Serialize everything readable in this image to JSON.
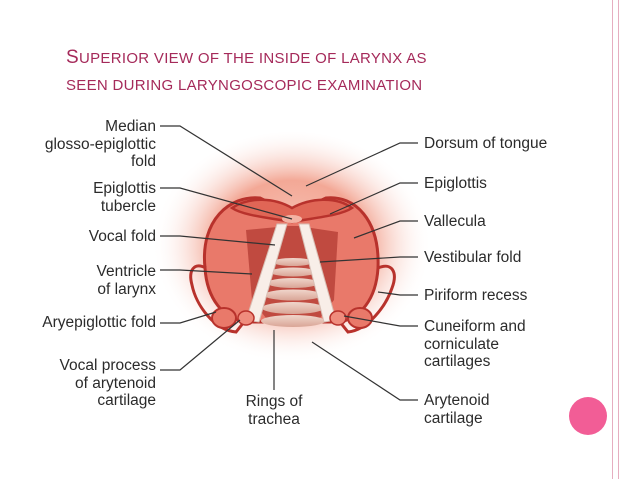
{
  "title": {
    "line1_initial": "S",
    "line1_rest": "uperior view of the inside of larynx as",
    "line2": "seen during laryngoscopic examination"
  },
  "labels": {
    "median_fold": [
      "Median",
      "glosso-epiglottic",
      "fold"
    ],
    "epiglottis_tubercle": [
      "Epiglottis",
      "tubercle"
    ],
    "vocal_fold": [
      "Vocal fold"
    ],
    "ventricle": [
      "Ventricle",
      "of larynx"
    ],
    "aryepiglottic_fold": [
      "Aryepiglottic fold"
    ],
    "vocal_process": [
      "Vocal process",
      "of arytenoid",
      "cartilage"
    ],
    "rings_trachea": [
      "Rings of",
      "trachea"
    ],
    "dorsum_tongue": [
      "Dorsum of tongue"
    ],
    "epiglottis": [
      "Epiglottis"
    ],
    "vallecula": [
      "Vallecula"
    ],
    "vestibular_fold": [
      "Vestibular fold"
    ],
    "piriform_recess": [
      "Piriform recess"
    ],
    "cuneiform": [
      "Cuneiform and",
      "corniculate",
      "cartilages"
    ],
    "arytenoid": [
      "Arytenoid",
      "cartilage"
    ]
  },
  "colors": {
    "accent": "#a52a5a",
    "tissue": "#d9534a",
    "tissue_dark": "#b8322c",
    "glow": "#f6b8a8",
    "dot": "#f25d96"
  }
}
